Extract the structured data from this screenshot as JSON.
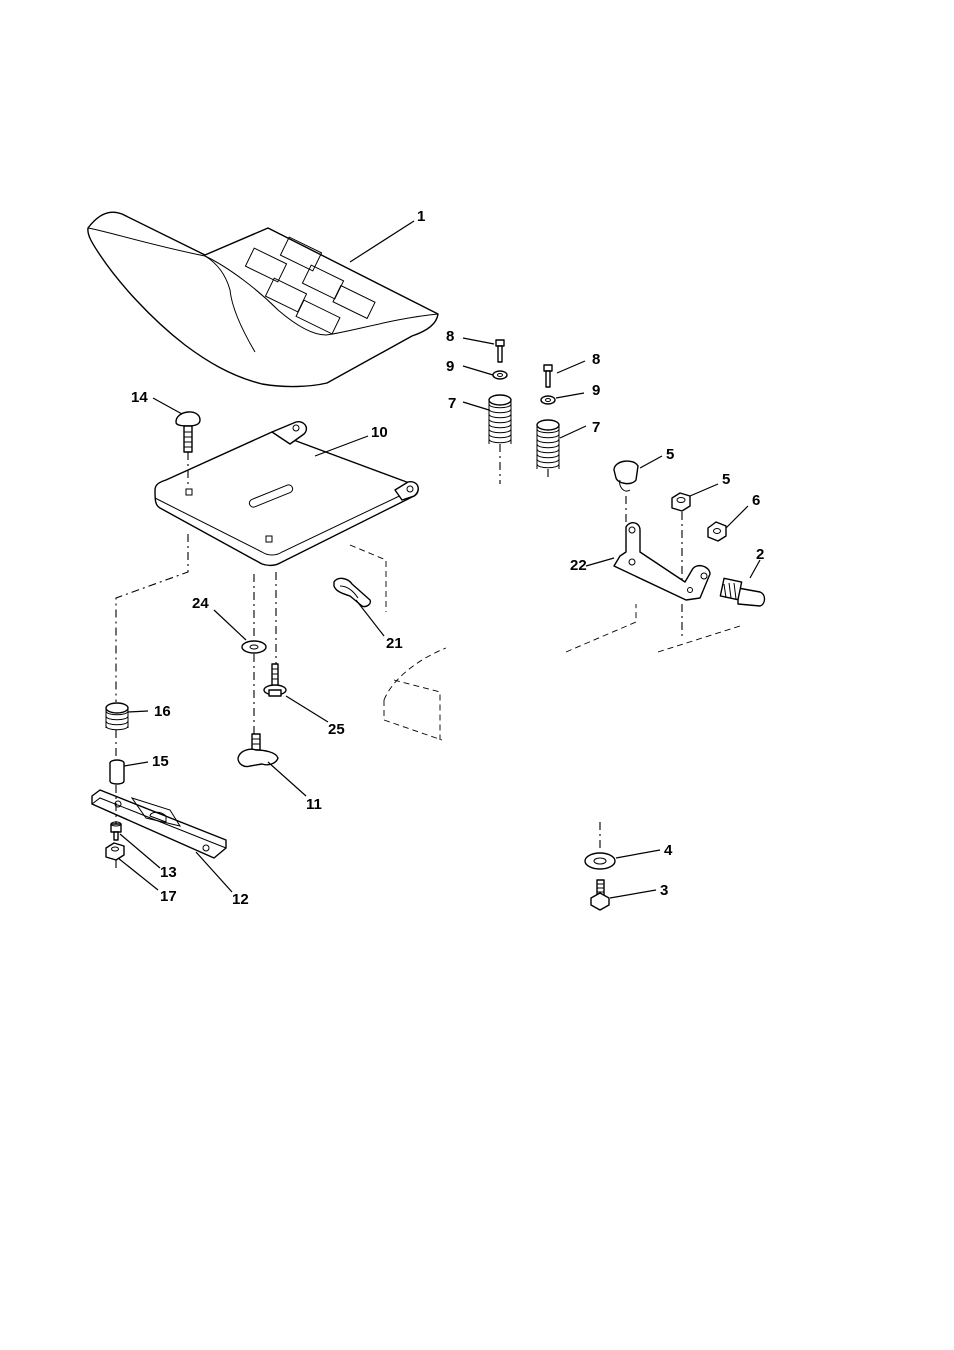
{
  "callouts": [
    {
      "id": "c1",
      "text": "1"
    },
    {
      "id": "c8a",
      "text": "8"
    },
    {
      "id": "c8b",
      "text": "8"
    },
    {
      "id": "c9a",
      "text": "9"
    },
    {
      "id": "c9b",
      "text": "9"
    },
    {
      "id": "c7a",
      "text": "7"
    },
    {
      "id": "c7b",
      "text": "7"
    },
    {
      "id": "c14",
      "text": "14"
    },
    {
      "id": "c10",
      "text": "10"
    },
    {
      "id": "c5a",
      "text": "5"
    },
    {
      "id": "c5b",
      "text": "5"
    },
    {
      "id": "c6",
      "text": "6"
    },
    {
      "id": "c22",
      "text": "22"
    },
    {
      "id": "c2",
      "text": "2"
    },
    {
      "id": "c21",
      "text": "21"
    },
    {
      "id": "c24",
      "text": "24"
    },
    {
      "id": "c16",
      "text": "16"
    },
    {
      "id": "c25",
      "text": "25"
    },
    {
      "id": "c15",
      "text": "15"
    },
    {
      "id": "c11",
      "text": "11"
    },
    {
      "id": "c4",
      "text": "4"
    },
    {
      "id": "c13",
      "text": "13"
    },
    {
      "id": "c3",
      "text": "3"
    },
    {
      "id": "c17",
      "text": "17"
    },
    {
      "id": "c12",
      "text": "12"
    }
  ]
}
